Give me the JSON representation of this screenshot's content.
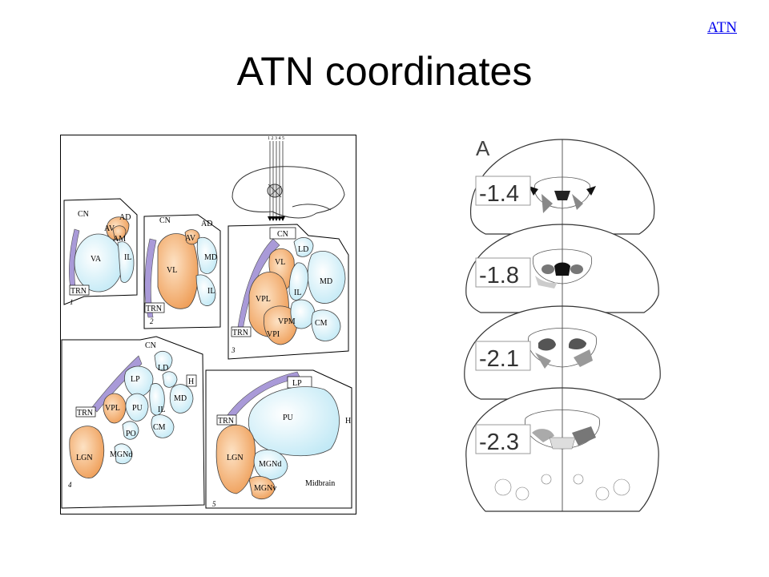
{
  "header": {
    "link_label": "ATN",
    "title": "ATN coordinates"
  },
  "left_figure": {
    "panels": [
      {
        "number": "1",
        "labels": {
          "cn": "CN",
          "ad": "AD",
          "av": "AV",
          "am": "AM",
          "va": "VA",
          "il": "IL",
          "trn": "TRN"
        }
      },
      {
        "number": "2",
        "labels": {
          "cn": "CN",
          "ad": "AD",
          "av": "AV",
          "vl": "VL",
          "md": "MD",
          "il": "IL",
          "trn": "TRN"
        }
      },
      {
        "number": "3",
        "labels": {
          "cn": "CN",
          "ld": "LD",
          "vl": "VL",
          "md": "MD",
          "il": "IL",
          "vpl": "VPL",
          "vpm": "VPM",
          "vpi": "VPI",
          "cm": "CM",
          "trn": "TRN"
        }
      },
      {
        "number": "4",
        "labels": {
          "cn": "CN",
          "ld": "LD",
          "lp": "LP",
          "h": "H",
          "md": "MD",
          "vpl": "VPL",
          "pu": "PU",
          "il": "IL",
          "cm": "CM",
          "po": "PO",
          "lgn": "LGN",
          "mgnd": "MGNd",
          "trn": "TRN"
        }
      },
      {
        "number": "5",
        "labels": {
          "lp": "LP",
          "pu": "PU",
          "h": "H",
          "trn": "TRN",
          "lgn": "LGN",
          "mgnd": "MGNd",
          "mgnv": "MGNv",
          "midbrain": "Midbrain"
        }
      }
    ],
    "brain_ticks": "1 2 3 4 5"
  },
  "right_figure": {
    "panel_letter": "A",
    "section_labels": [
      "-1.4",
      "-1.8",
      "-2.1",
      "-2.3"
    ]
  },
  "colors": {
    "link": "#0000ee",
    "orange_nucleus": "#f0a35e",
    "blue_nucleus": "#cfeef7",
    "trn_purple": "#a99ad8"
  }
}
